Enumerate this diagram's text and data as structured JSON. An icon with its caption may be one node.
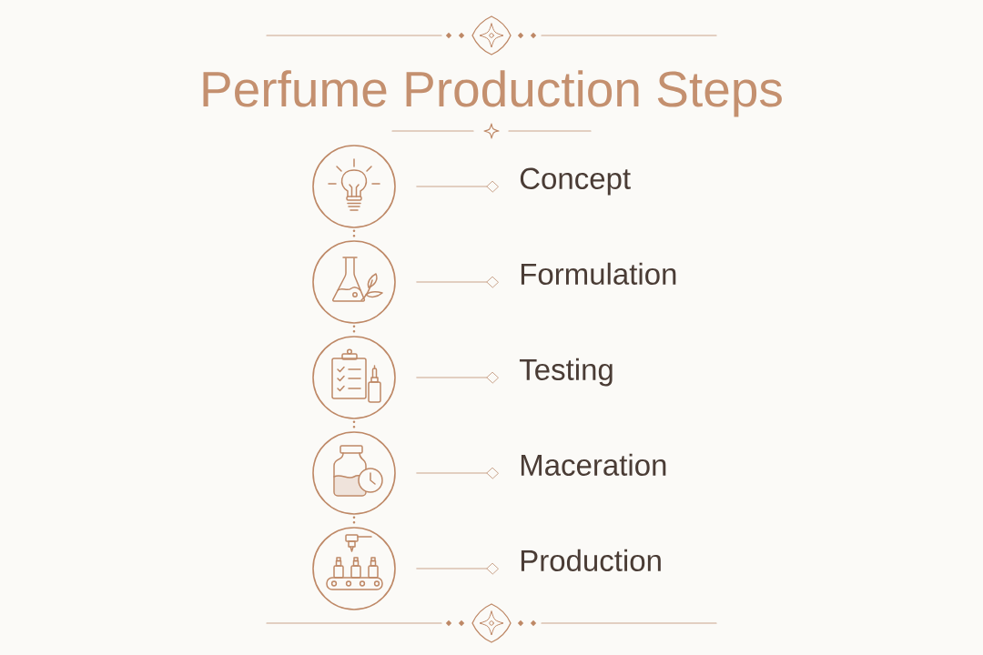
{
  "diagram": {
    "title": "Perfume Production Steps",
    "nodes": [
      {
        "text": [],
        "shape": "circle"
      },
      {
        "text": [],
        "shape": "circle"
      },
      {
        "text": [],
        "shape": "circle"
      },
      {
        "text": [],
        "shape": "circle"
      },
      {
        "text": [],
        "shape": "circle"
      },
      {
        "text": [
          "Concept"
        ]
      },
      {
        "text": [
          "Formulation"
        ]
      },
      {
        "text": [
          "Testing"
        ]
      },
      {
        "text": [
          "Maceration"
        ]
      },
      {
        "text": [
          "Production"
        ]
      }
    ],
    "edges": [
      {
        "from": 0,
        "to": 5,
        "arrow": "other"
      },
      {
        "from": 1,
        "to": 6,
        "arrow": "other"
      },
      {
        "from": 2,
        "to": 7,
        "arrow": "other"
      },
      {
        "from": 3,
        "to": 8,
        "arrow": "other"
      },
      {
        "from": 4,
        "to": 9,
        "arrow": "other"
      },
      {
        "from": 0,
        "to": 1,
        "arrow": "none",
        "style": "dashed"
      },
      {
        "from": 1,
        "to": 2,
        "arrow": "none",
        "style": "dashed"
      },
      {
        "from": 2,
        "to": 3,
        "arrow": "none",
        "style": "dashed"
      },
      {
        "from": 3,
        "to": 4,
        "arrow": "none",
        "style": "dashed"
      }
    ]
  }
}
